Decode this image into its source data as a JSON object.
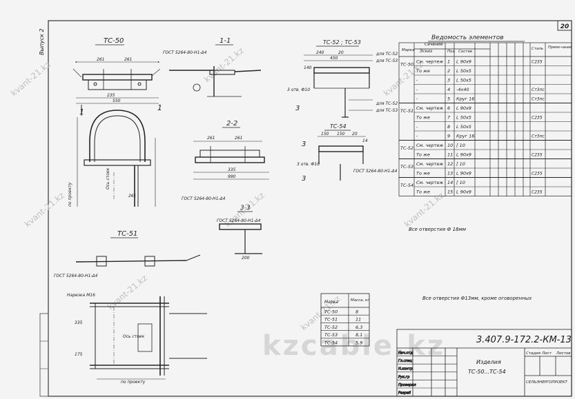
{
  "sheet": {
    "number": "20",
    "side_label": "Выпуск 2",
    "watermark_repeat": "kvant-21.kz",
    "watermark_main": "kzcable.kz"
  },
  "views": {
    "tc50_title": "ТС-50",
    "tc51_title": "ТС-51",
    "tc52_53_title": "ТС-52 ; ТС-53",
    "tc54_title": "ТС-54",
    "sec11": "1-1",
    "sec22": "2-2",
    "sec33": "3-3",
    "gost_weld": "ГОСТ 5264-80-Н1-Δ4",
    "dims_a": [
      "261",
      "261",
      "235",
      "550"
    ],
    "dims_b": [
      "240",
      "20",
      "450",
      "140"
    ],
    "dims_c": [
      "150",
      "150",
      "20",
      "14"
    ],
    "dims_d": [
      "335",
      "990",
      "175",
      "200"
    ],
    "note_tc52": "для ТС-52",
    "note_tc53": "для ТС-53",
    "hole_note": "3 отв. Ф10",
    "arm_note": "Нарезка М16",
    "to_project": "по проекту",
    "axis_note": "Ось стоек"
  },
  "schedule": {
    "title": "Ведомость элементов",
    "col_marka": "Марка",
    "col_sechenie": "Сечение",
    "col_eskiz": "Эскиз",
    "col_pos": "Поз.",
    "col_sostav": "Состав",
    "col_stal": "Сталь",
    "col_note": "Приме-чание",
    "rows": [
      {
        "marka": "ТС-50",
        "eskiz": "См. чертеж",
        "pos": "1",
        "sostav": "L 90х9",
        "stal": "С235"
      },
      {
        "marka": "",
        "eskiz": "То же",
        "pos": "2",
        "sostav": "L 50х5",
        "stal": ""
      },
      {
        "marka": "",
        "eskiz": "-",
        "pos": "3",
        "sostav": "L 50х5",
        "stal": ""
      },
      {
        "marka": "",
        "eskiz": "-",
        "pos": "4",
        "sostav": "-4х40",
        "stal": "Ст3пс"
      },
      {
        "marka": "",
        "eskiz": "-",
        "pos": "5",
        "sostav": "Круг 16",
        "stal": "Ст3пс"
      },
      {
        "marka": "ТС-51",
        "eskiz": "См. чертеж",
        "pos": "6",
        "sostav": "L 90х9",
        "stal": ""
      },
      {
        "marka": "",
        "eskiz": "То же",
        "pos": "7",
        "sostav": "L 50х5",
        "stal": "С235"
      },
      {
        "marka": "",
        "eskiz": "-",
        "pos": "8",
        "sostav": "L 50х5",
        "stal": ""
      },
      {
        "marka": "",
        "eskiz": "-",
        "pos": "9",
        "sostav": "Круг 16",
        "stal": "Ст3пс"
      },
      {
        "marka": "ТС-52",
        "eskiz": "См. чертеж",
        "pos": "10",
        "sostav": "[ 10",
        "stal": ""
      },
      {
        "marka": "",
        "eskiz": "То же",
        "pos": "11",
        "sostav": "L 90х9",
        "stal": "С235"
      },
      {
        "marka": "ТС-53",
        "eskiz": "См. чертеж",
        "pos": "12",
        "sostav": "[ 10",
        "stal": ""
      },
      {
        "marka": "",
        "eskiz": "То же",
        "pos": "13",
        "sostav": "L 90х9",
        "stal": "С235"
      },
      {
        "marka": "ТС-54",
        "eskiz": "См. чертеж",
        "pos": "14",
        "sostav": "[ 10",
        "stal": ""
      },
      {
        "marka": "",
        "eskiz": "То же",
        "pos": "15",
        "sostav": "L 90х9",
        "stal": "С235"
      }
    ]
  },
  "notes": {
    "holes1": "Все отверстия Ф 18мм",
    "holes2": "Все отверстия Ф13мм, кроме оговоренных"
  },
  "mass_table": {
    "h_marka": "Марка",
    "h_massa": "Масса, кг",
    "rows": [
      {
        "marka": "ТС-50",
        "massa": "8"
      },
      {
        "marka": "ТС-51",
        "massa": "11"
      },
      {
        "marka": "ТС-52",
        "massa": "6,3"
      },
      {
        "marka": "ТС-53",
        "massa": "8,1"
      },
      {
        "marka": "ТС-54",
        "massa": "5,9"
      }
    ]
  },
  "title_block": {
    "code": "3.407.9-172.2-КМ-13",
    "product_line1": "Изделия",
    "product_line2": "ТС-50...ТС-54",
    "stage": "Стадия",
    "sheet": "Лист",
    "sheets": "Листов",
    "org": "СЕЛЬЭНЕРГОПРОЕКТ",
    "roles": [
      "Нач.отд",
      "Гл.спец",
      "Н.контр",
      "Рук.гр",
      "Проверил",
      "Разраб"
    ]
  }
}
